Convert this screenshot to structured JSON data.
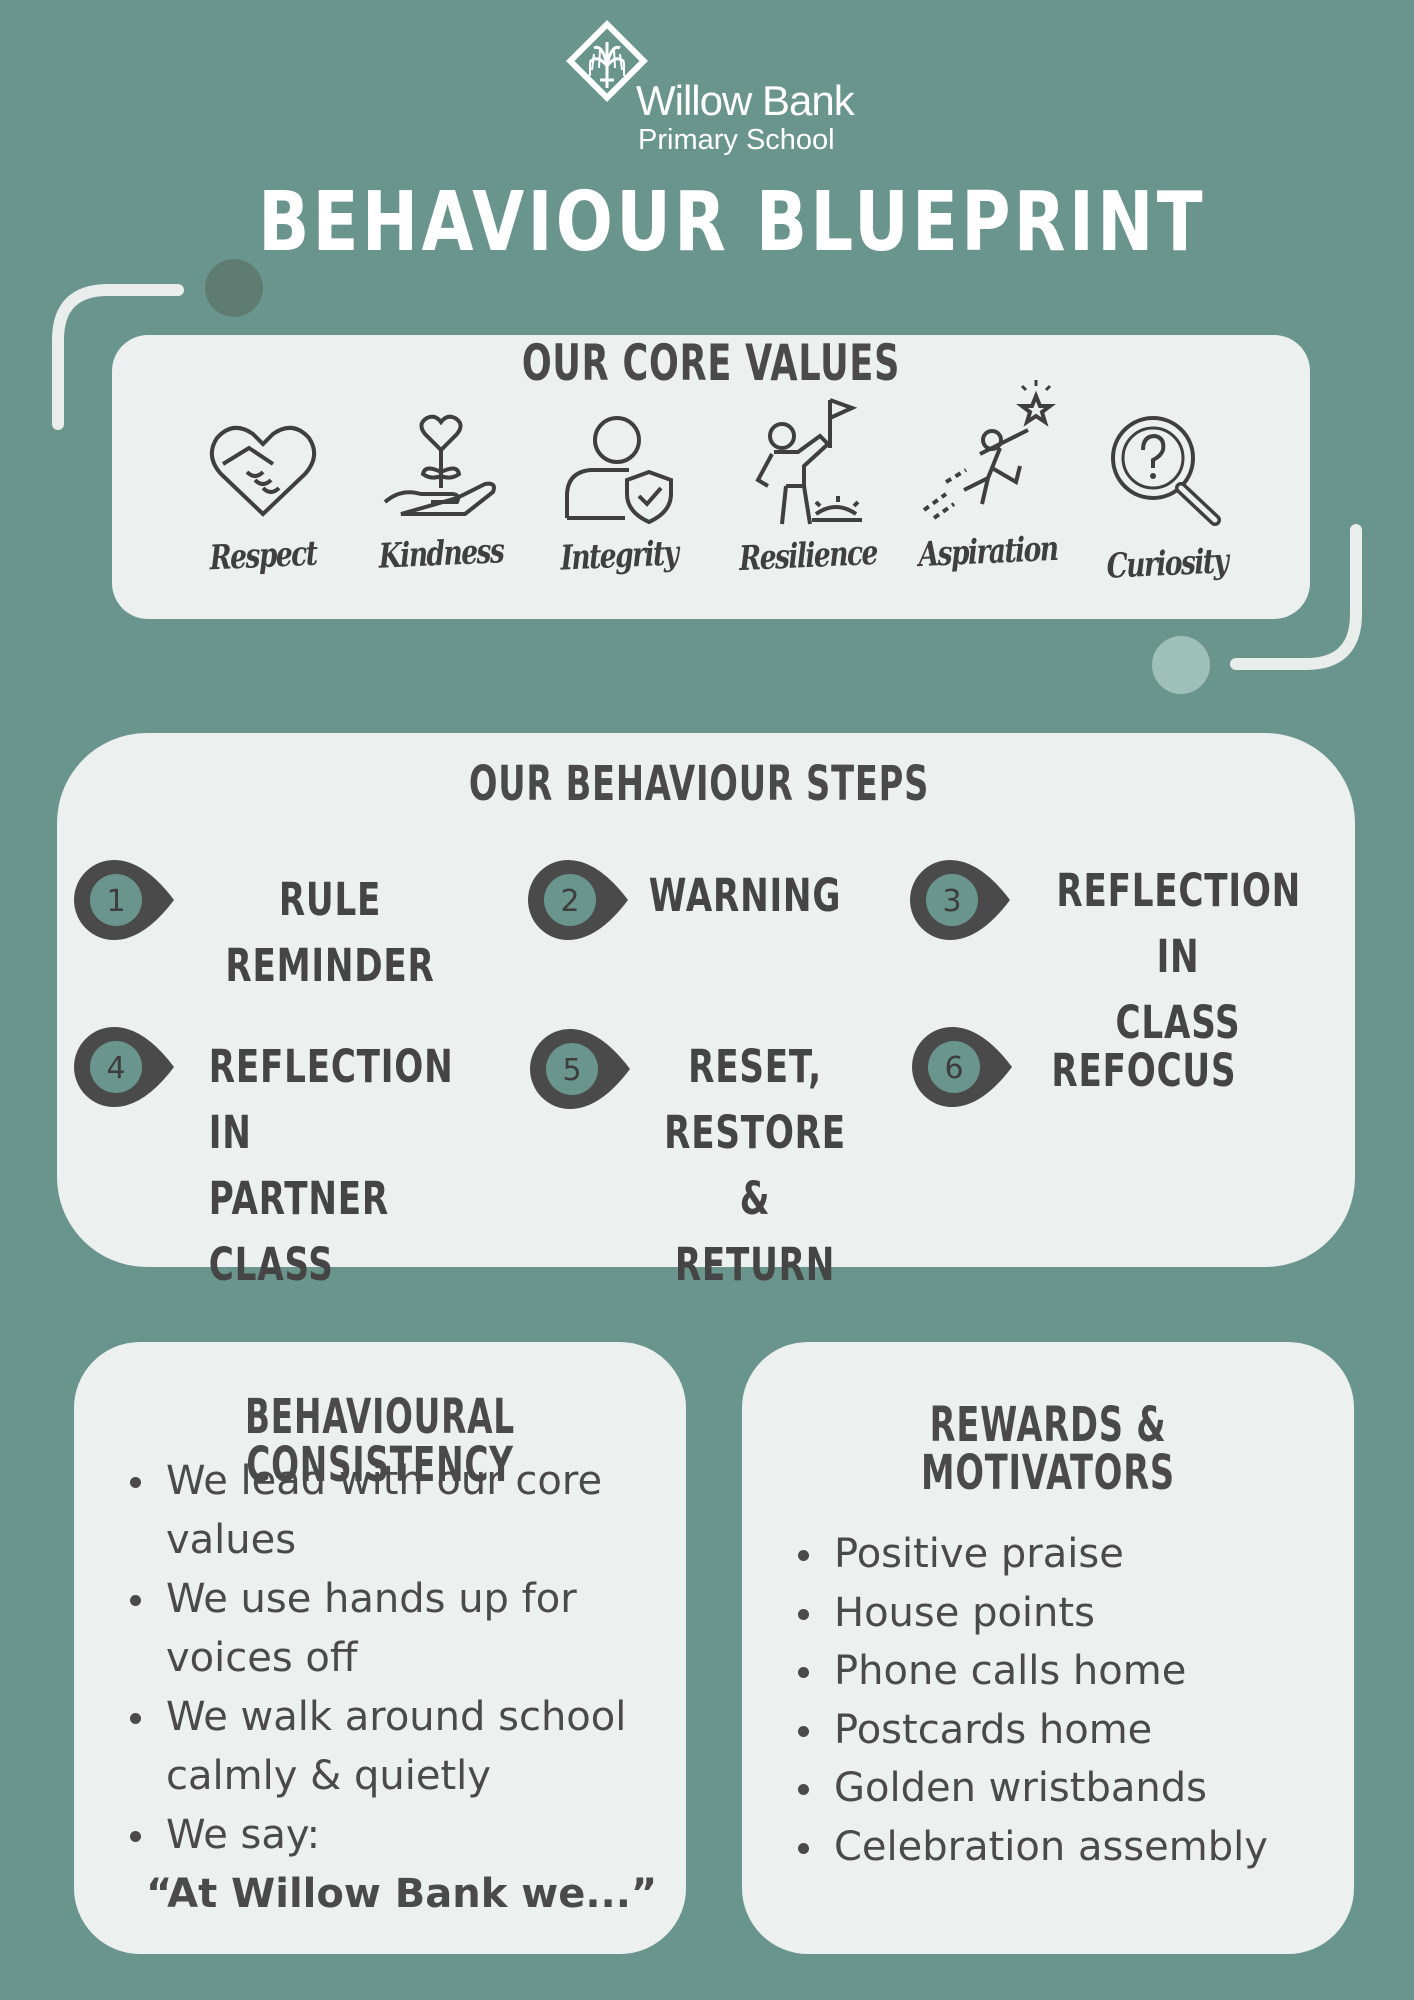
{
  "header": {
    "school_name": "Willow Bank",
    "school_subtitle": "Primary School",
    "title": "BEHAVIOUR BLUEPRINT"
  },
  "colors": {
    "background": "#6a958c",
    "panel": "#ecf0ef",
    "text": "#4a4a4a",
    "accent": "#6a958c"
  },
  "core_values": {
    "heading": "OUR CORE VALUES",
    "items": [
      {
        "label": "Respect",
        "icon": "handshake-heart-icon"
      },
      {
        "label": "Kindness",
        "icon": "heart-plant-hand-icon"
      },
      {
        "label": "Integrity",
        "icon": "person-shield-icon"
      },
      {
        "label": "Resilience",
        "icon": "climber-flag-icon"
      },
      {
        "label": "Aspiration",
        "icon": "runner-star-icon"
      },
      {
        "label": "Curiosity",
        "icon": "magnifier-question-icon"
      }
    ]
  },
  "behaviour_steps": {
    "heading": "OUR BEHAVIOUR STEPS",
    "steps": [
      {
        "number": "1",
        "line1": "RULE REMINDER",
        "line2": "",
        "line3": ""
      },
      {
        "number": "2",
        "line1": "WARNING",
        "line2": "",
        "line3": ""
      },
      {
        "number": "3",
        "line1": "REFLECTION IN",
        "line2": "CLASS",
        "line3": ""
      },
      {
        "number": "4",
        "line1": "REFLECTION IN",
        "line2": "PARTNER CLASS",
        "line3": ""
      },
      {
        "number": "5",
        "line1": "RESET,",
        "line2": "RESTORE &",
        "line3": "RETURN"
      },
      {
        "number": "6",
        "line1": "REFOCUS",
        "line2": "",
        "line3": ""
      }
    ]
  },
  "consistency": {
    "heading": "BEHAVIOURAL CONSISTENCY",
    "items": [
      "We lead with our core values",
      "We use hands up for voices off",
      "We walk around school calmly & quietly",
      "We say:"
    ],
    "quote": "“At Willow Bank we...”"
  },
  "rewards": {
    "heading": "REWARDS & MOTIVATORS",
    "items": [
      "Positive praise",
      "House points",
      "Phone calls home",
      "Postcards home",
      "Golden wristbands",
      "Celebration assembly"
    ]
  }
}
